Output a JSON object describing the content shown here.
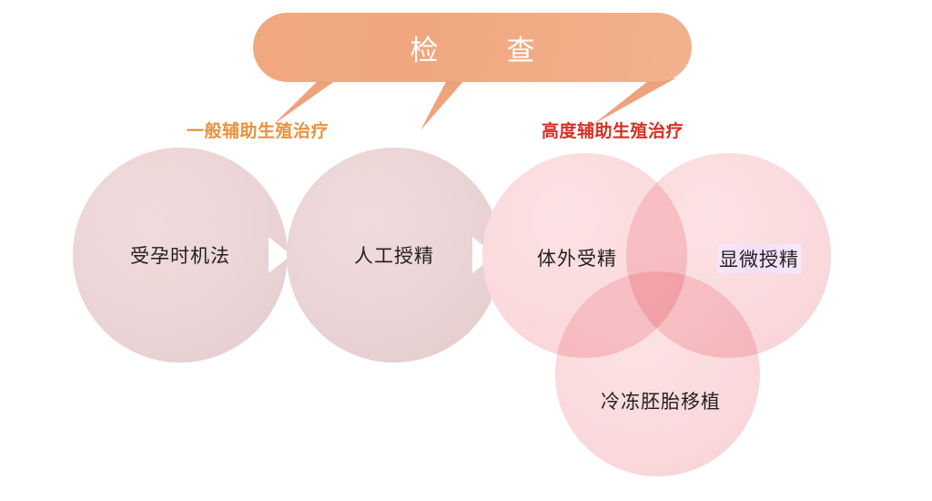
{
  "banner": {
    "title": "检　查",
    "color": "#f0a77f",
    "text_color": "#ffffff"
  },
  "branches": [
    {
      "id": "general-art",
      "label": "一般辅助生殖治疗",
      "color": "#e8923f"
    },
    {
      "id": "advanced-art",
      "label": "高度辅助生殖治疗",
      "color": "#d62f23"
    }
  ],
  "flow": {
    "steps": [
      {
        "id": "timed-intercourse",
        "label": "受孕时机法",
        "fill": "#ebd4d5"
      },
      {
        "id": "iui",
        "label": "人工授精",
        "fill": "#ead3d4"
      }
    ],
    "arrow_icon": "play-arrow-icon",
    "arrow_color": "#ffffff"
  },
  "venn": {
    "fill": "#fadadd",
    "overlap_fill": "#efa3ae",
    "circles": [
      {
        "id": "ivf",
        "label": "体外受精",
        "position": "top-left"
      },
      {
        "id": "icsi",
        "label": "显微授精",
        "position": "top-right",
        "highlight": "#f3ddf9"
      },
      {
        "id": "fet",
        "label": "冷冻胚胎移植",
        "position": "bottom"
      }
    ]
  }
}
